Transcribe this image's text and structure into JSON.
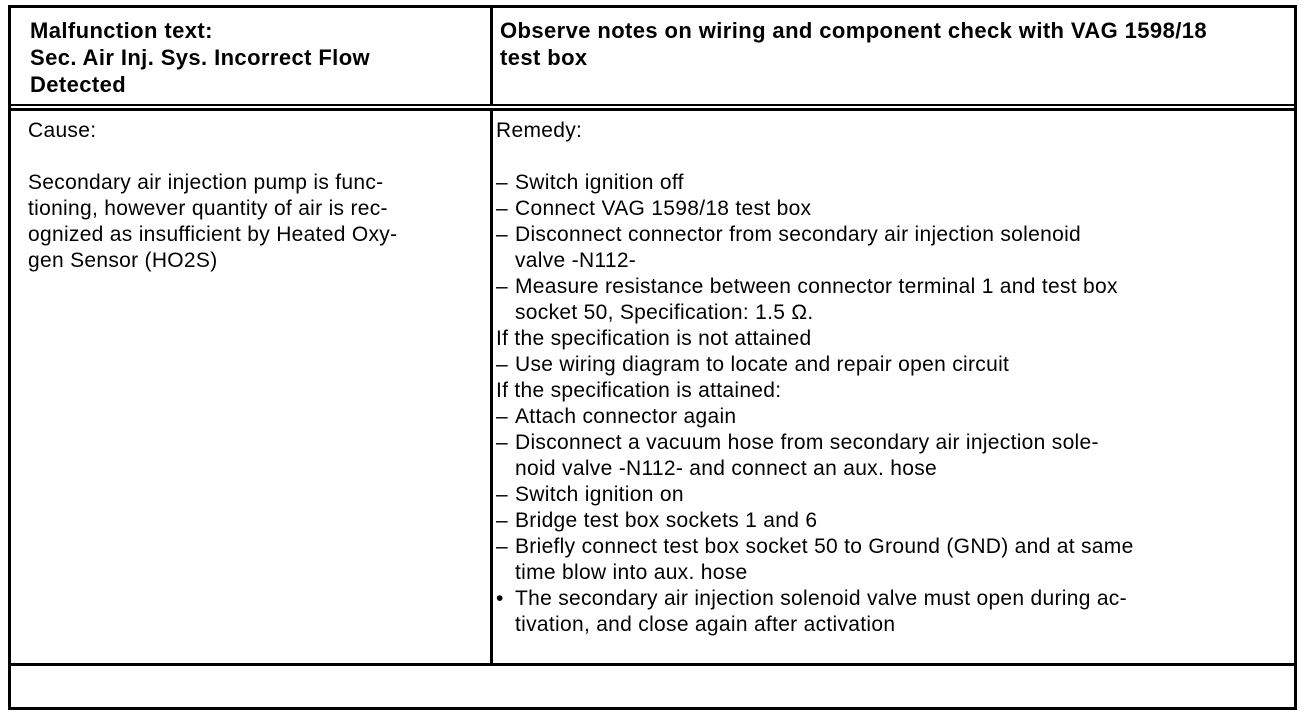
{
  "document": {
    "colors": {
      "ink": "#000000",
      "paper": "#ffffff"
    },
    "header": {
      "left_lines": [
        "Malfunction text:",
        "Sec. Air Inj. Sys. Incorrect Flow",
        "Detected"
      ],
      "right_lines": [
        "Observe notes on wiring and component check with VAG 1598/18",
        "test box"
      ]
    },
    "cause": {
      "title": "Cause:",
      "lines": [
        "Secondary air injection pump is func-",
        "tioning, however quantity of air is rec-",
        "ognized as insufficient by Heated Oxy-",
        "gen Sensor (HO2S)"
      ]
    },
    "remedy": {
      "title": "Remedy:",
      "lines": [
        {
          "type": "step",
          "marker": "–",
          "text": "Switch ignition off"
        },
        {
          "type": "step",
          "marker": "–",
          "text": "Connect VAG 1598/18 test box"
        },
        {
          "type": "step",
          "marker": "–",
          "text": "Disconnect connector from secondary air injection solenoid"
        },
        {
          "type": "cont",
          "marker": "",
          "text": "valve -N112-"
        },
        {
          "type": "step",
          "marker": "–",
          "text": "Measure resistance between connector terminal 1 and test box"
        },
        {
          "type": "cont",
          "marker": "",
          "text": "socket 50, Specification: 1.5 Ω."
        },
        {
          "type": "plain",
          "marker": "",
          "text": "If the specification is not attained"
        },
        {
          "type": "step",
          "marker": "–",
          "text": "Use wiring diagram to locate and repair open circuit"
        },
        {
          "type": "plain",
          "marker": "",
          "text": "If the specification is attained:"
        },
        {
          "type": "step",
          "marker": "–",
          "text": "Attach connector again"
        },
        {
          "type": "step",
          "marker": "–",
          "text": "Disconnect a vacuum hose from secondary air injection sole-"
        },
        {
          "type": "cont",
          "marker": "",
          "text": "noid valve -N112- and connect an aux. hose"
        },
        {
          "type": "step",
          "marker": "–",
          "text": "Switch ignition on"
        },
        {
          "type": "step",
          "marker": "–",
          "text": "Bridge test box sockets 1 and 6"
        },
        {
          "type": "step",
          "marker": "–",
          "text": "Briefly connect test box socket 50 to Ground (GND) and at same"
        },
        {
          "type": "cont",
          "marker": "",
          "text": "time blow into aux. hose"
        },
        {
          "type": "note",
          "marker": "•",
          "text": "The secondary air injection solenoid valve must open during ac-"
        },
        {
          "type": "cont",
          "marker": "",
          "text": "tivation, and close again after activation"
        }
      ]
    }
  }
}
